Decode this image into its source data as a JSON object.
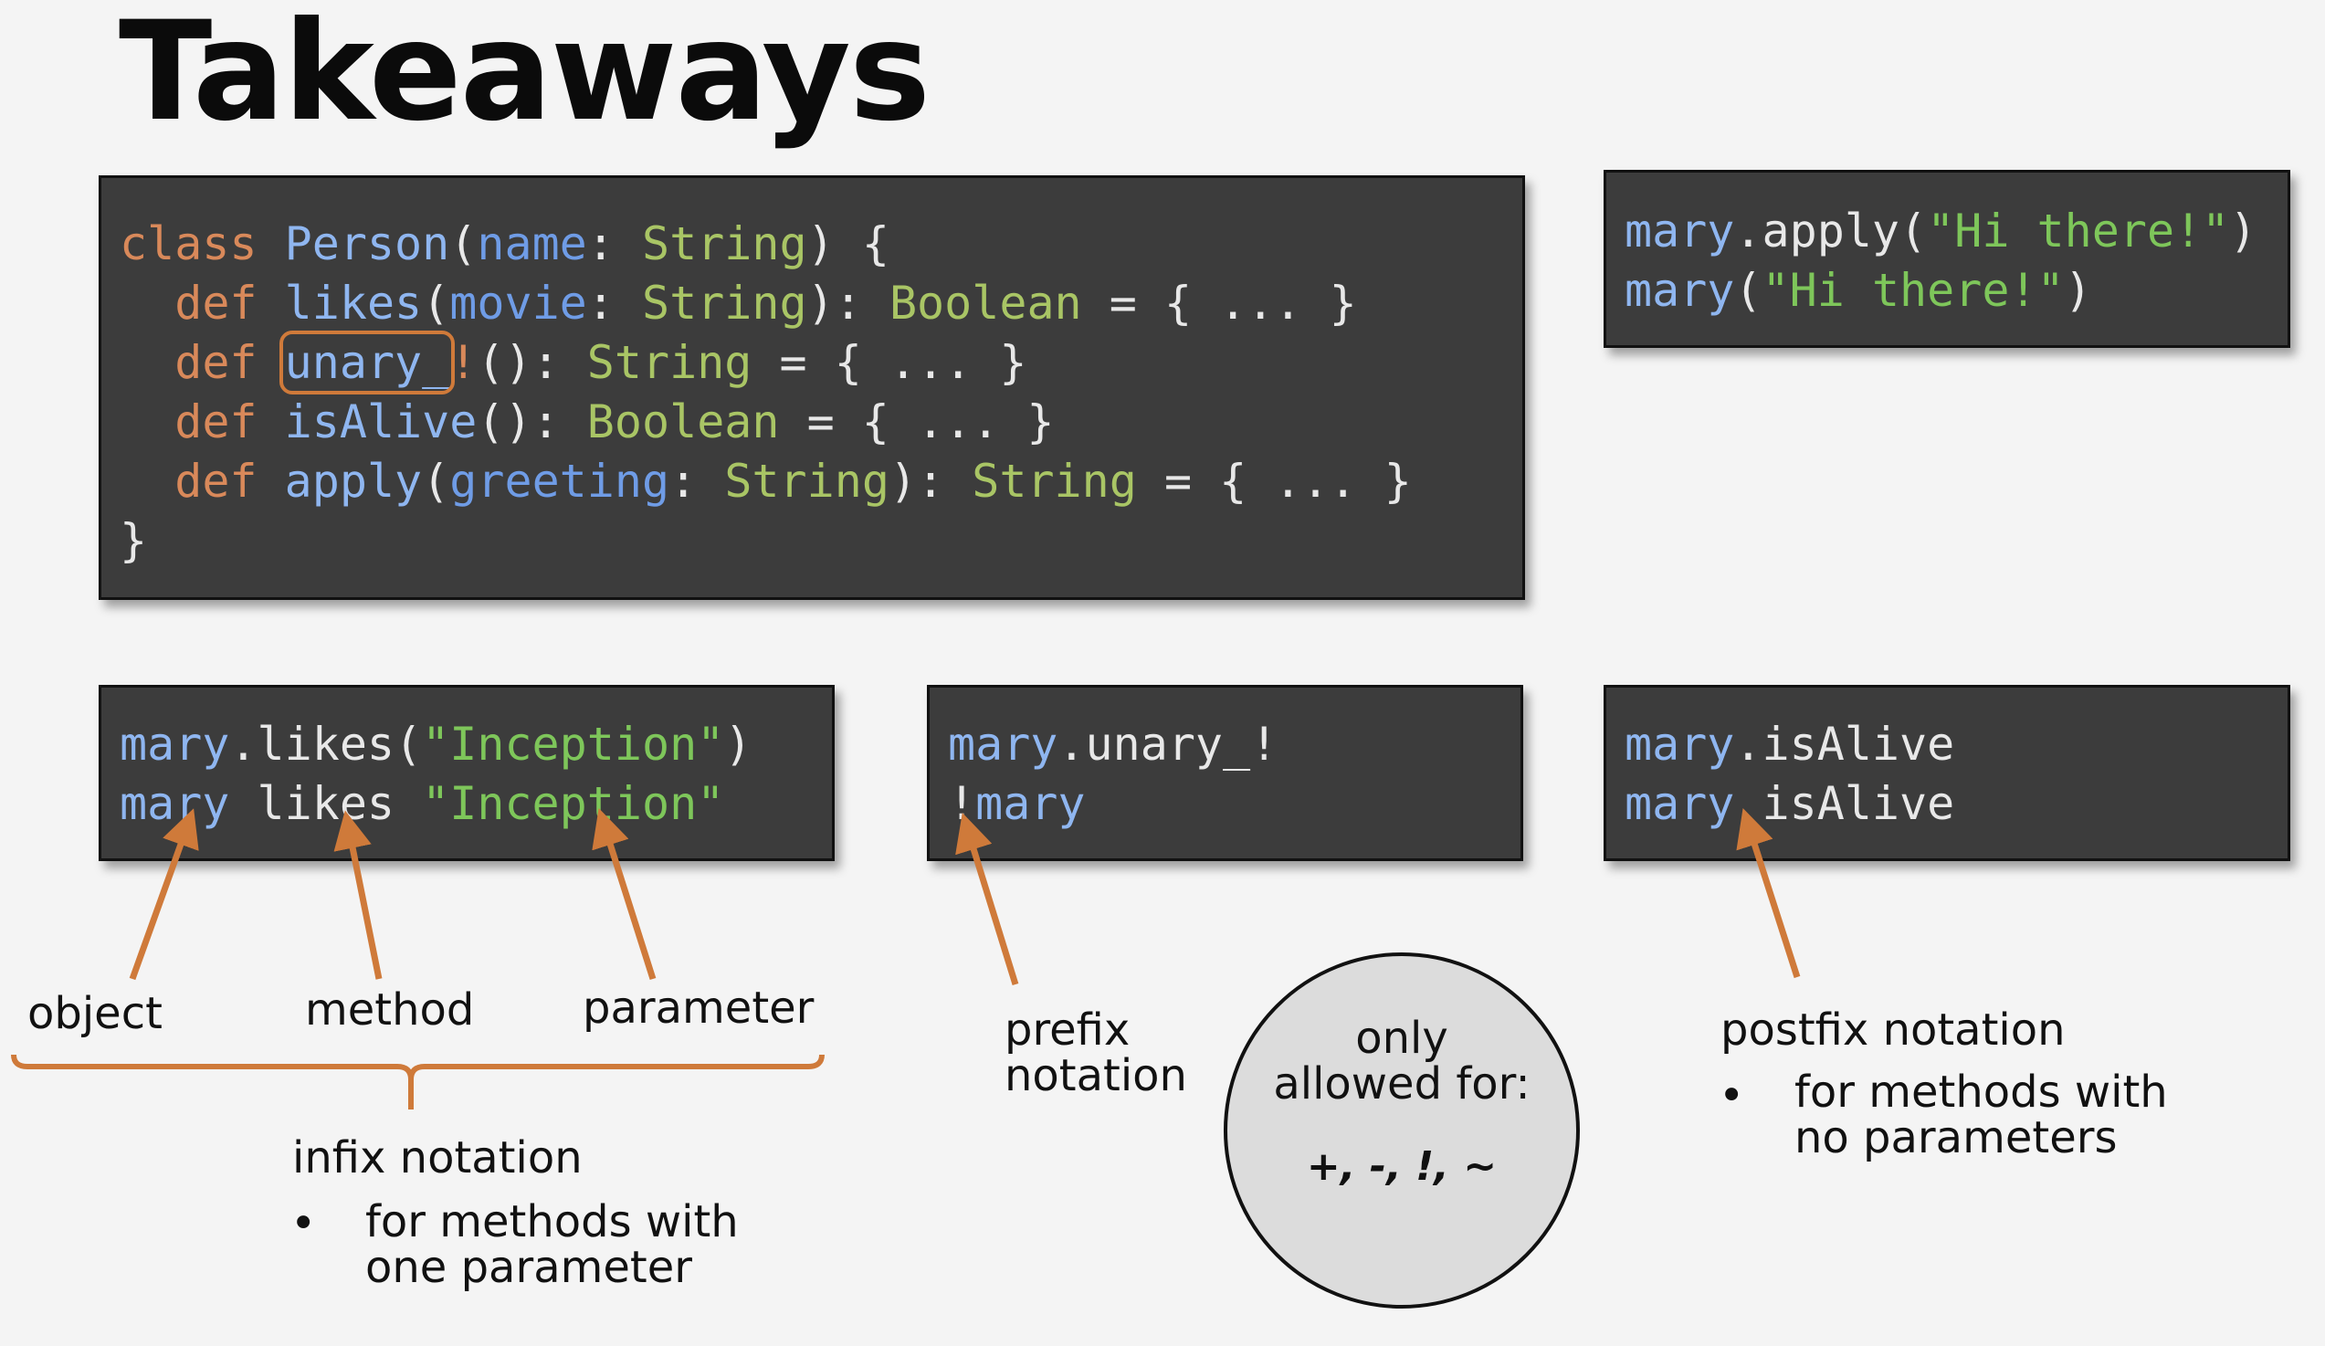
{
  "title": "Takeaways",
  "class_code": {
    "line1": {
      "kw": "class",
      "name": "Person",
      "p1": "(",
      "param": "name",
      "p2": ": ",
      "type": "String",
      "p3": ") {"
    },
    "line2": {
      "kw": "def",
      "method": "likes",
      "p1": "(",
      "param": "movie",
      "p2": ": ",
      "type": "String",
      "p3": "): ",
      "ret": "Boolean",
      "p4": " = { ... }"
    },
    "line3": {
      "kw": "def",
      "method": "unary_",
      "bang": "!",
      "p1": "(): ",
      "ret": "String",
      "p4": " = { ... }"
    },
    "line4": {
      "kw": "def",
      "method": "isAlive",
      "p1": "(): ",
      "ret": "Boolean",
      "p4": " = { ... }"
    },
    "line5": {
      "kw": "def",
      "method": "apply",
      "p1": "(",
      "param": "greeting",
      "p2": ": ",
      "type": "String",
      "p3": "): ",
      "ret": "String",
      "p4": " = { ... }"
    },
    "line6": "}"
  },
  "apply_code": {
    "line1": {
      "obj": "mary",
      "rest": ".apply(",
      "str": "\"Hi there!\"",
      "end": ")"
    },
    "line2": {
      "obj": "mary",
      "rest": "(",
      "str": "\"Hi there!\"",
      "end": ")"
    }
  },
  "infix_code": {
    "line1": {
      "obj": "mary",
      "rest": ".likes(",
      "str": "\"Inception\"",
      "end": ")"
    },
    "line2": {
      "obj": "mary",
      "rest": " likes ",
      "str": "\"Inception\""
    }
  },
  "prefix_code": {
    "line1": {
      "obj": "mary",
      "rest": ".unary_!"
    },
    "line2": {
      "op": "!",
      "obj": "mary"
    }
  },
  "postfix_code": {
    "line1": {
      "obj": "mary",
      "rest": ".isAlive"
    },
    "line2": {
      "obj": "mary",
      "rest": " isAlive"
    }
  },
  "labels": {
    "object": "object",
    "method": "method",
    "parameter": "parameter",
    "infix": "infix notation",
    "infix_bullet_1": "for methods with",
    "infix_bullet_2": "one parameter",
    "prefix_1": "prefix",
    "prefix_2": "notation",
    "postfix": "postfix notation",
    "postfix_bullet_1": "for methods with",
    "postfix_bullet_2": "no parameters",
    "bullet": "•"
  },
  "circle": {
    "line1": "only",
    "line2": "allowed for:",
    "line3": "+, -, !, ~"
  },
  "colors": {
    "arrow": "#cf7a3a",
    "code_bg": "#3c3c3c",
    "keyword": "#d9895a",
    "string": "#7ec65a",
    "type": "#a9c565",
    "identifier": "#8fb6f0"
  }
}
